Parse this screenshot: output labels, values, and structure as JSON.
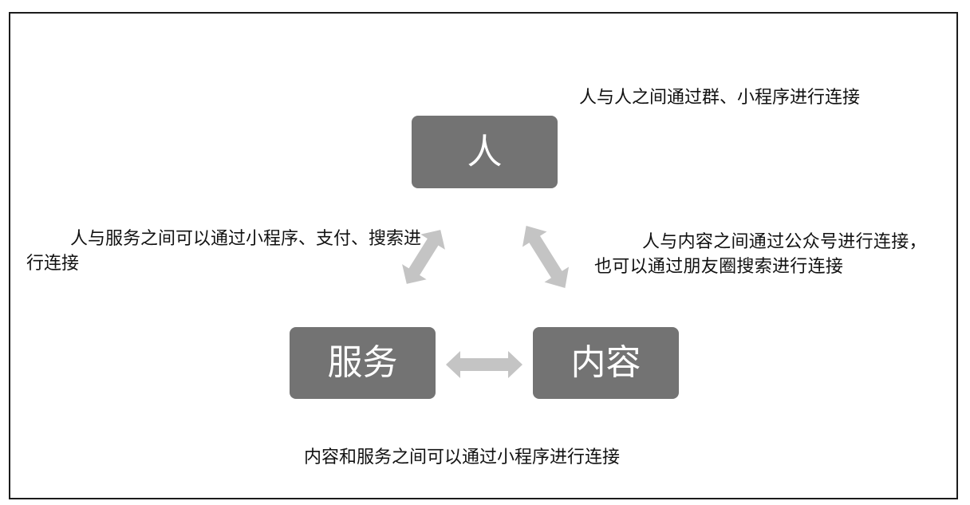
{
  "nodes": {
    "person": "人",
    "service": "服务",
    "content": "内容"
  },
  "captions": {
    "person_person": "人与人之间通过群、小程序进行连接",
    "person_service": "人与服务之间可以通过小程序、支付、搜索进行连接",
    "person_content": "人与内容之间通过公众号进行连接，也可以通过朋友圈搜索进行连接",
    "content_service": "内容和服务之间可以通过小程序进行连接"
  },
  "colors": {
    "node_fill": "#737373",
    "node_text": "#ffffff",
    "arrow_fill": "#c4c4c4",
    "frame_border": "#1c1c1c"
  }
}
